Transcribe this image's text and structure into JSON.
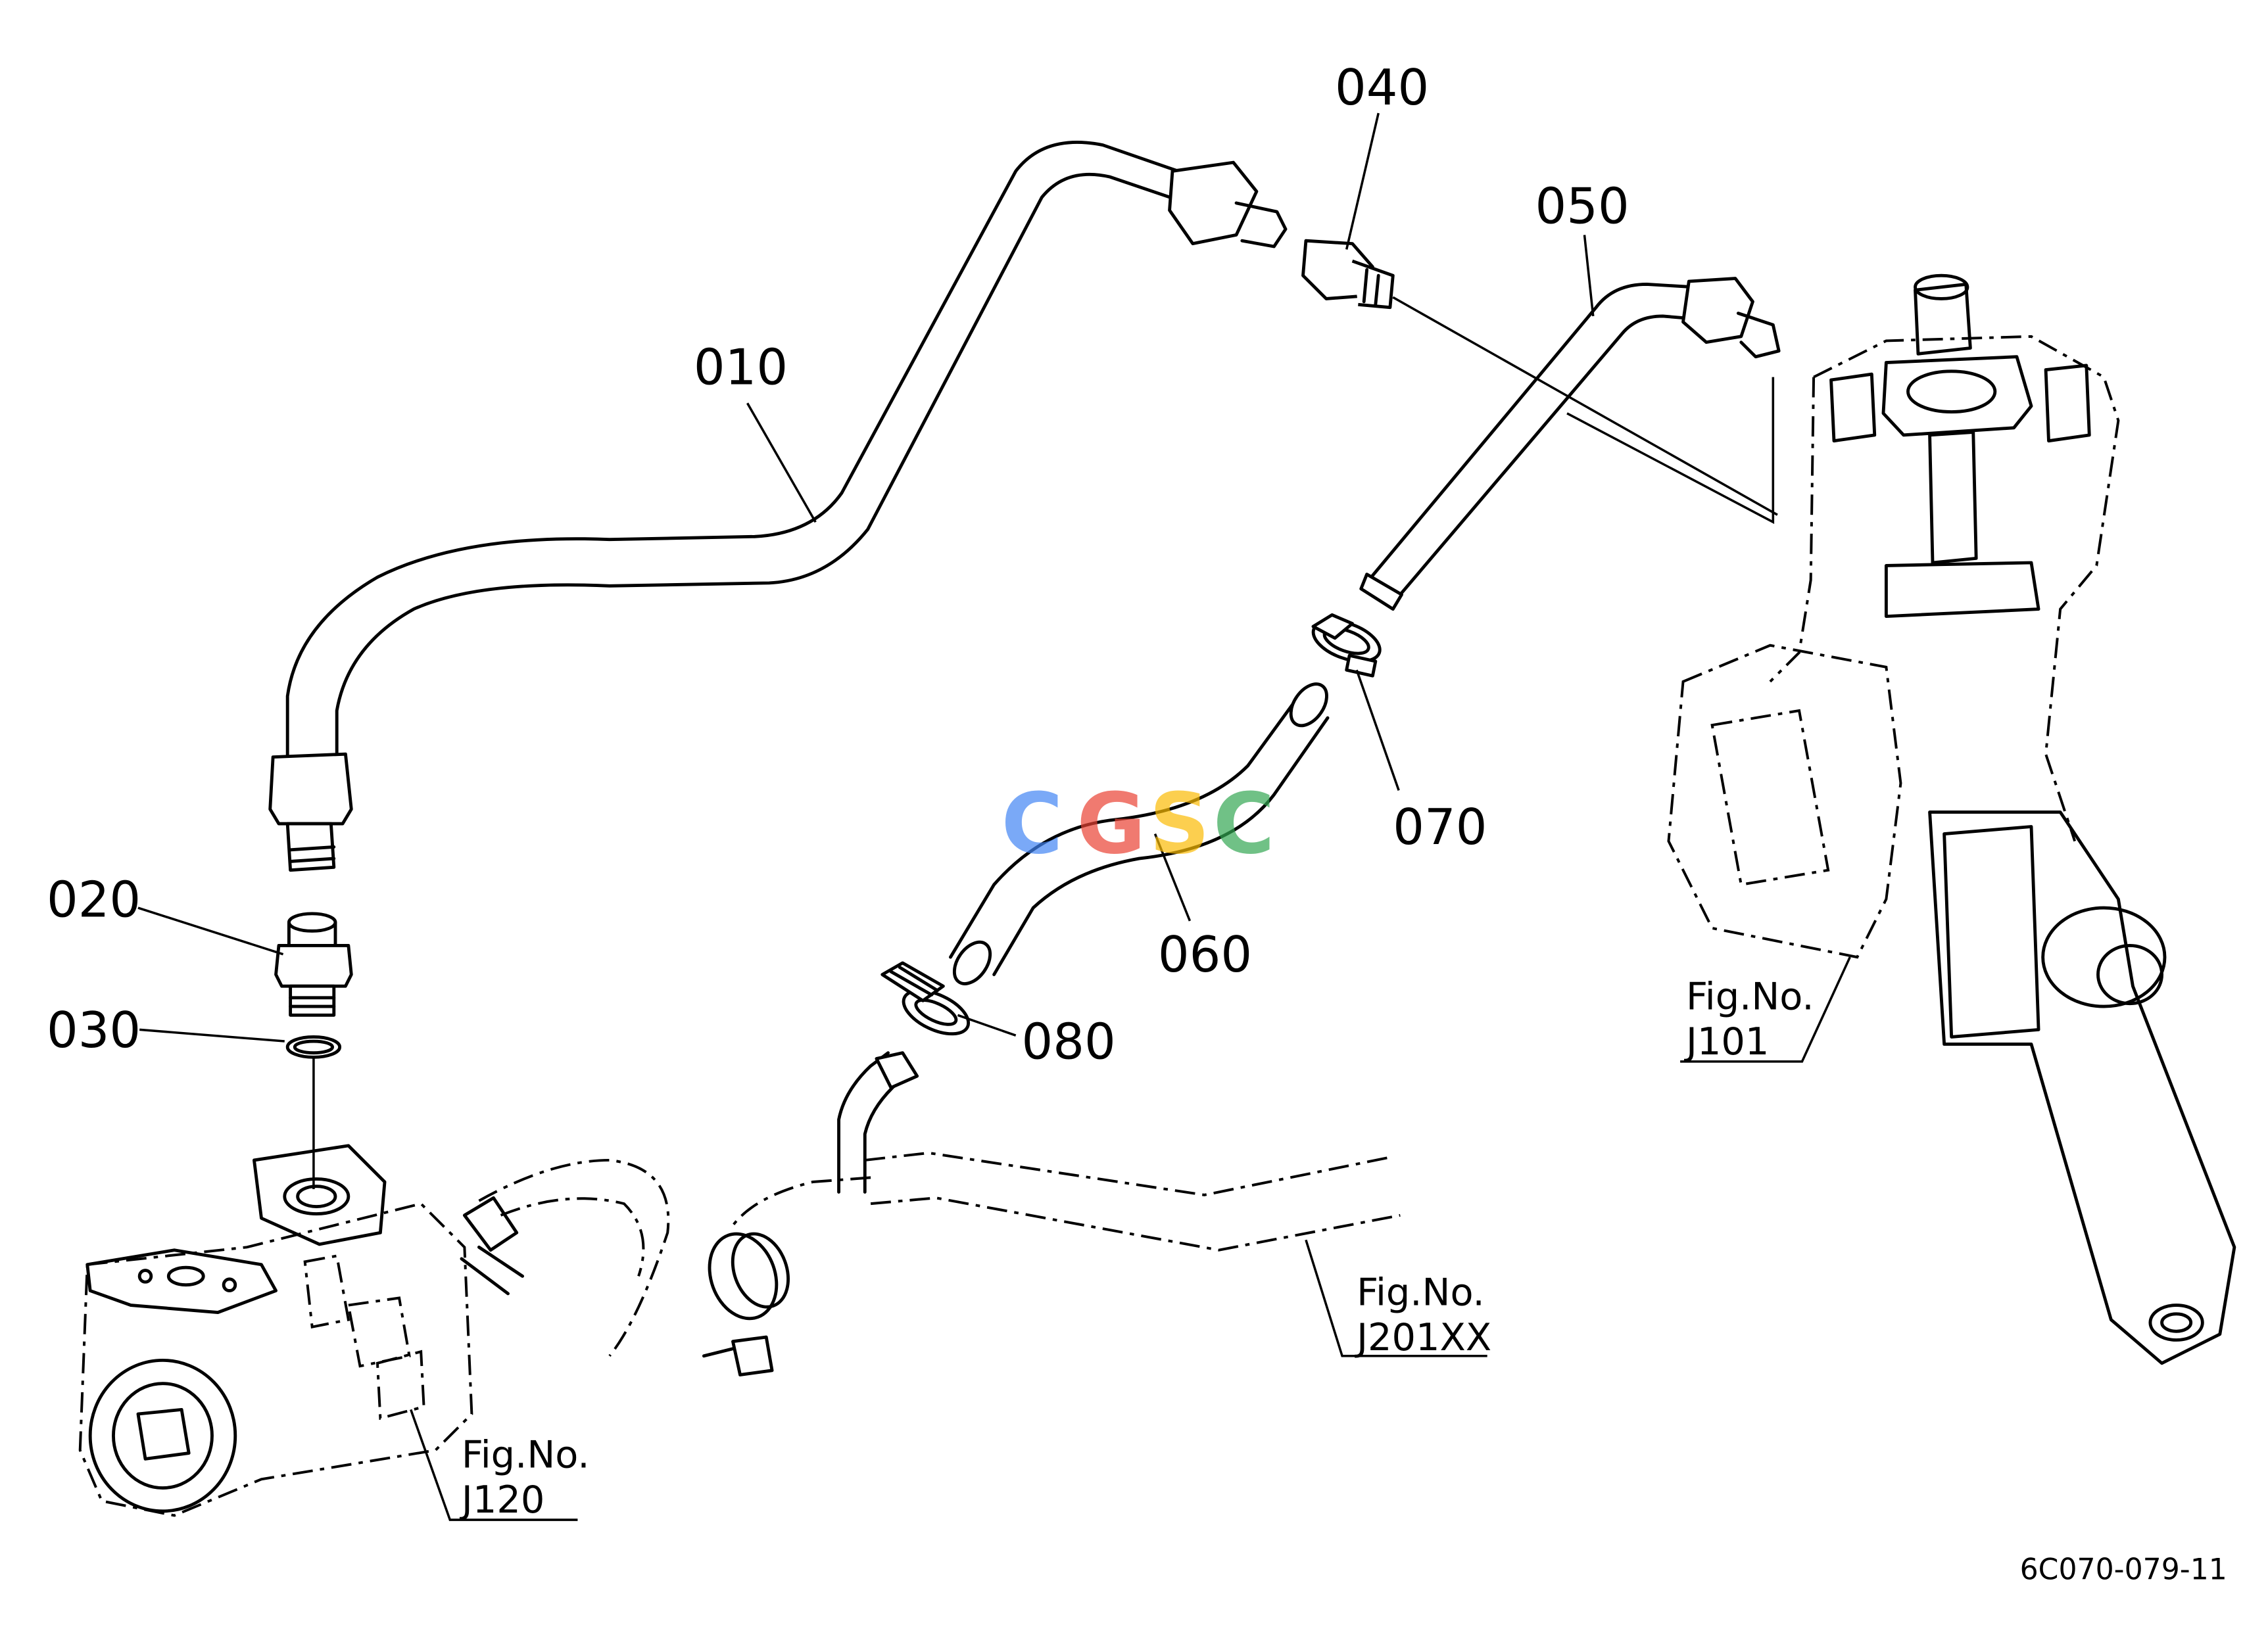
{
  "parts": [
    {
      "number": "010"
    },
    {
      "number": "020"
    },
    {
      "number": "030"
    },
    {
      "number": "040"
    },
    {
      "number": "050"
    },
    {
      "number": "060"
    },
    {
      "number": "070"
    },
    {
      "number": "080"
    }
  ],
  "figure_refs": [
    {
      "prefix": "Fig.No.",
      "code": "J120"
    },
    {
      "prefix": "Fig.No.",
      "code": "J201XX"
    },
    {
      "prefix": "Fig.No.",
      "code": "J101"
    }
  ],
  "diagram_code": "6C070-079-11",
  "watermark": {
    "letters": [
      "C",
      "G",
      "S",
      "C"
    ],
    "colors": [
      "#4285F4",
      "#EA4335",
      "#FBBC05",
      "#34A853"
    ]
  }
}
